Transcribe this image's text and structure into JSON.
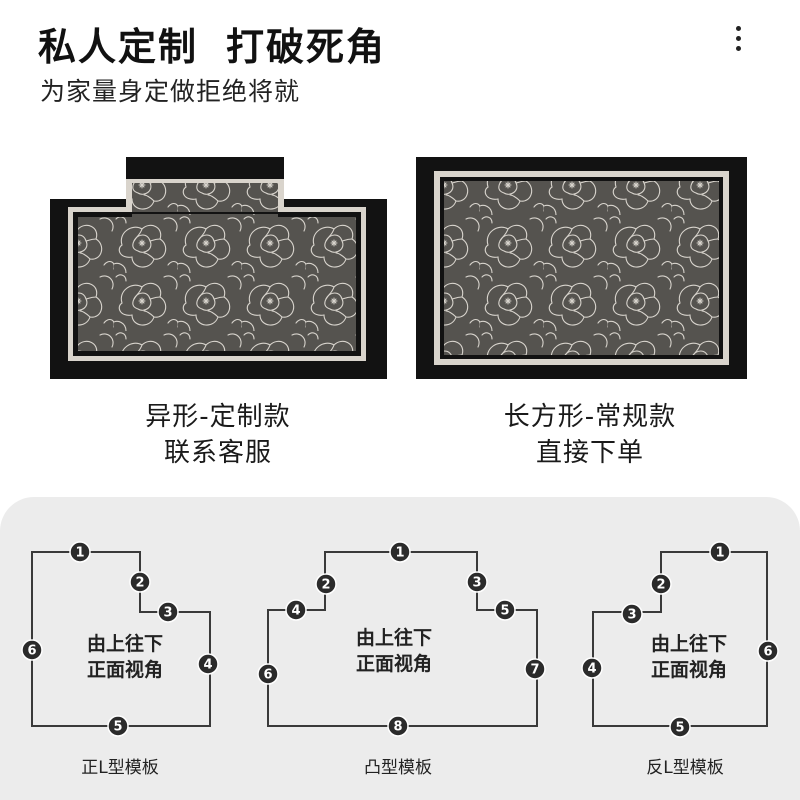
{
  "header": {
    "title_part1": "私人定制",
    "title_part2": "打破死角",
    "subtitle": "为家量身定做拒绝将就",
    "more_icon": "vertical-dots-icon"
  },
  "products": [
    {
      "caption_line1": "异形-定制款",
      "caption_line2": "联系客服"
    },
    {
      "caption_line1": "长方形-常规款",
      "caption_line2": "直接下单"
    }
  ],
  "colors": {
    "rug_border": "#121212",
    "rug_inner_border": "#d9d4cc",
    "rug_field": "#55534f",
    "rug_pattern": "#d8d4cd",
    "panel_bg": "#ececec",
    "template_line": "#3a3a3a",
    "badge_fill": "#2b2b2b"
  },
  "templates": [
    {
      "instruction_line1": "由上往下",
      "instruction_line2": "正面视角",
      "name": "正L型模板",
      "markers": [
        "1",
        "2",
        "3",
        "4",
        "5",
        "6"
      ]
    },
    {
      "instruction_line1": "由上往下",
      "instruction_line2": "正面视角",
      "name": "凸型模板",
      "markers": [
        "1",
        "2",
        "3",
        "4",
        "5",
        "6",
        "7",
        "8"
      ]
    },
    {
      "instruction_line1": "由上往下",
      "instruction_line2": "正面视角",
      "name": "反L型模板",
      "markers": [
        "1",
        "2",
        "3",
        "4",
        "5",
        "6"
      ]
    }
  ]
}
